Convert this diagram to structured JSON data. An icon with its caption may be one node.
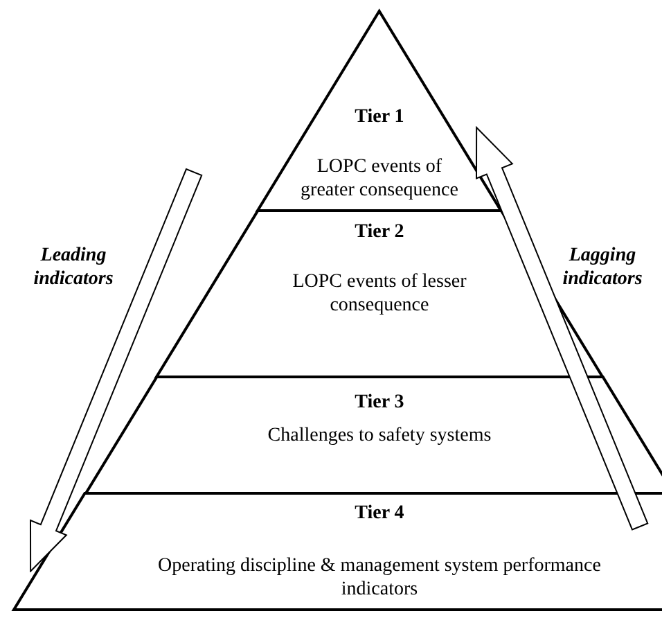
{
  "diagram": {
    "nodes": [
      {
        "text": [
          "Tier 1",
          "LOPC events of greater consequence"
        ]
      },
      {
        "text": [
          "Tier 2",
          "LOPC events of lesser consequence"
        ]
      },
      {
        "text": [
          "Tier 3",
          "Challenges to safety systems"
        ]
      },
      {
        "text": [
          "Tier 4",
          "Operating discipline & management system performance indicators"
        ]
      }
    ],
    "labels": [
      "Leading indicators",
      "Lagging indicators"
    ]
  }
}
